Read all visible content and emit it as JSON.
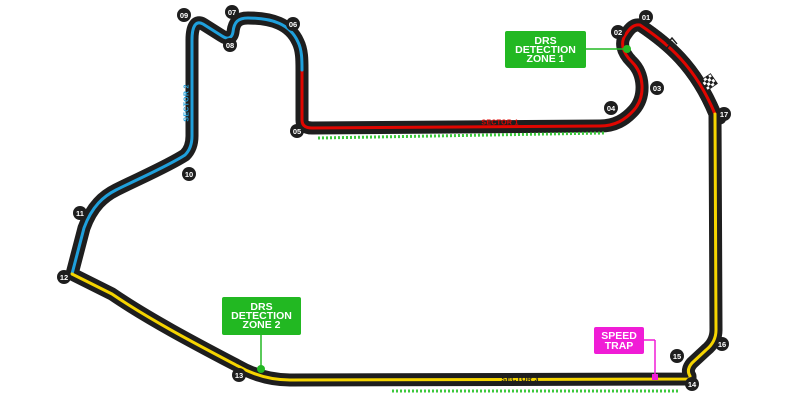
{
  "colors": {
    "track": "#1e1e1e",
    "sector1": "#e10600",
    "sector2": "#1fa0dc",
    "sector3": "#f5d400",
    "drs_box": "#22b822",
    "drs_zone_line": "#3cc83c",
    "speed_trap": "#f01cd6",
    "turn_marker": "#1e1e1e"
  },
  "sectors": [
    {
      "id": "sector1",
      "label": "SECTOR 1"
    },
    {
      "id": "sector2",
      "label": "SECTOR 2"
    },
    {
      "id": "sector3",
      "label": "SECTOR 3"
    }
  ],
  "turns": [
    "01",
    "02",
    "03",
    "04",
    "05",
    "06",
    "07",
    "08",
    "09",
    "10",
    "11",
    "12",
    "13",
    "14",
    "15",
    "16",
    "17"
  ],
  "drs_detection_zones": [
    {
      "id": "drs-1",
      "lines": [
        "DRS",
        "DETECTION",
        "ZONE 1"
      ]
    },
    {
      "id": "drs-2",
      "lines": [
        "DRS",
        "DETECTION",
        "ZONE 2"
      ]
    }
  ],
  "speed_trap": {
    "lines": [
      "SPEED",
      "TRAP"
    ]
  },
  "icons": [
    "checkered-flag-icon",
    "start-chevron-icon"
  ]
}
